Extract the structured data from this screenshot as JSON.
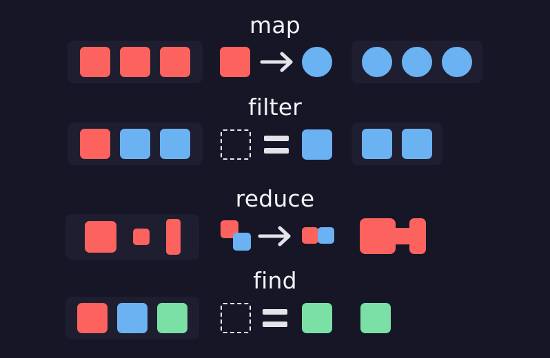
{
  "figure": {
    "title": "Array higher-order function diagram",
    "background_color": "#161627",
    "panel_color": "#1E1E30",
    "text_color": "#F2F3F7",
    "palette": {
      "red": "#FC635E",
      "blue": "#6BB2F3",
      "green": "#7BE0A5",
      "outline": "#E9EAEE"
    }
  },
  "rows": [
    {
      "id": "map",
      "label": "map",
      "input": {
        "panel": true,
        "items": [
          {
            "color": "red",
            "shape": "square"
          },
          {
            "color": "red",
            "shape": "square"
          },
          {
            "color": "red",
            "shape": "square"
          }
        ]
      },
      "operation": {
        "type": "transform",
        "glyph": "arrow",
        "from": {
          "color": "red",
          "shape": "square"
        },
        "to": {
          "color": "blue",
          "shape": "circle"
        }
      },
      "output": {
        "panel": true,
        "items": [
          {
            "color": "blue",
            "shape": "circle"
          },
          {
            "color": "blue",
            "shape": "circle"
          },
          {
            "color": "blue",
            "shape": "circle"
          }
        ]
      }
    },
    {
      "id": "filter",
      "label": "filter",
      "input": {
        "panel": true,
        "items": [
          {
            "color": "red",
            "shape": "square"
          },
          {
            "color": "blue",
            "shape": "square"
          },
          {
            "color": "blue",
            "shape": "square"
          }
        ]
      },
      "operation": {
        "type": "predicate",
        "glyph": "equals",
        "from": {
          "color": "placeholder",
          "shape": "dashed-square"
        },
        "to": {
          "color": "blue",
          "shape": "square"
        }
      },
      "output": {
        "panel": true,
        "items": [
          {
            "color": "blue",
            "shape": "square"
          },
          {
            "color": "blue",
            "shape": "square"
          }
        ]
      }
    },
    {
      "id": "reduce",
      "label": "reduce",
      "input": {
        "panel": true,
        "items": [
          {
            "color": "red",
            "shape": "large-square"
          },
          {
            "color": "red",
            "shape": "small-square"
          },
          {
            "color": "red",
            "shape": "tall-rect"
          }
        ]
      },
      "operation": {
        "type": "accumulate",
        "glyph": "arrow",
        "from": [
          {
            "color": "red",
            "shape": "square"
          },
          {
            "color": "blue",
            "shape": "square"
          }
        ],
        "to": [
          {
            "color": "red",
            "shape": "square"
          },
          {
            "color": "blue",
            "shape": "square"
          }
        ]
      },
      "output": {
        "panel": false,
        "items": [
          {
            "color": "red",
            "shape": "fused-large-square"
          },
          {
            "color": "red",
            "shape": "fused-small-square"
          },
          {
            "color": "red",
            "shape": "fused-tall-rect"
          }
        ]
      }
    },
    {
      "id": "find",
      "label": "find",
      "input": {
        "panel": true,
        "items": [
          {
            "color": "red",
            "shape": "square"
          },
          {
            "color": "blue",
            "shape": "square"
          },
          {
            "color": "green",
            "shape": "square"
          }
        ]
      },
      "operation": {
        "type": "predicate",
        "glyph": "equals",
        "from": {
          "color": "placeholder",
          "shape": "dashed-square"
        },
        "to": {
          "color": "green",
          "shape": "square"
        }
      },
      "output": {
        "panel": false,
        "items": [
          {
            "color": "green",
            "shape": "square"
          }
        ]
      }
    }
  ]
}
